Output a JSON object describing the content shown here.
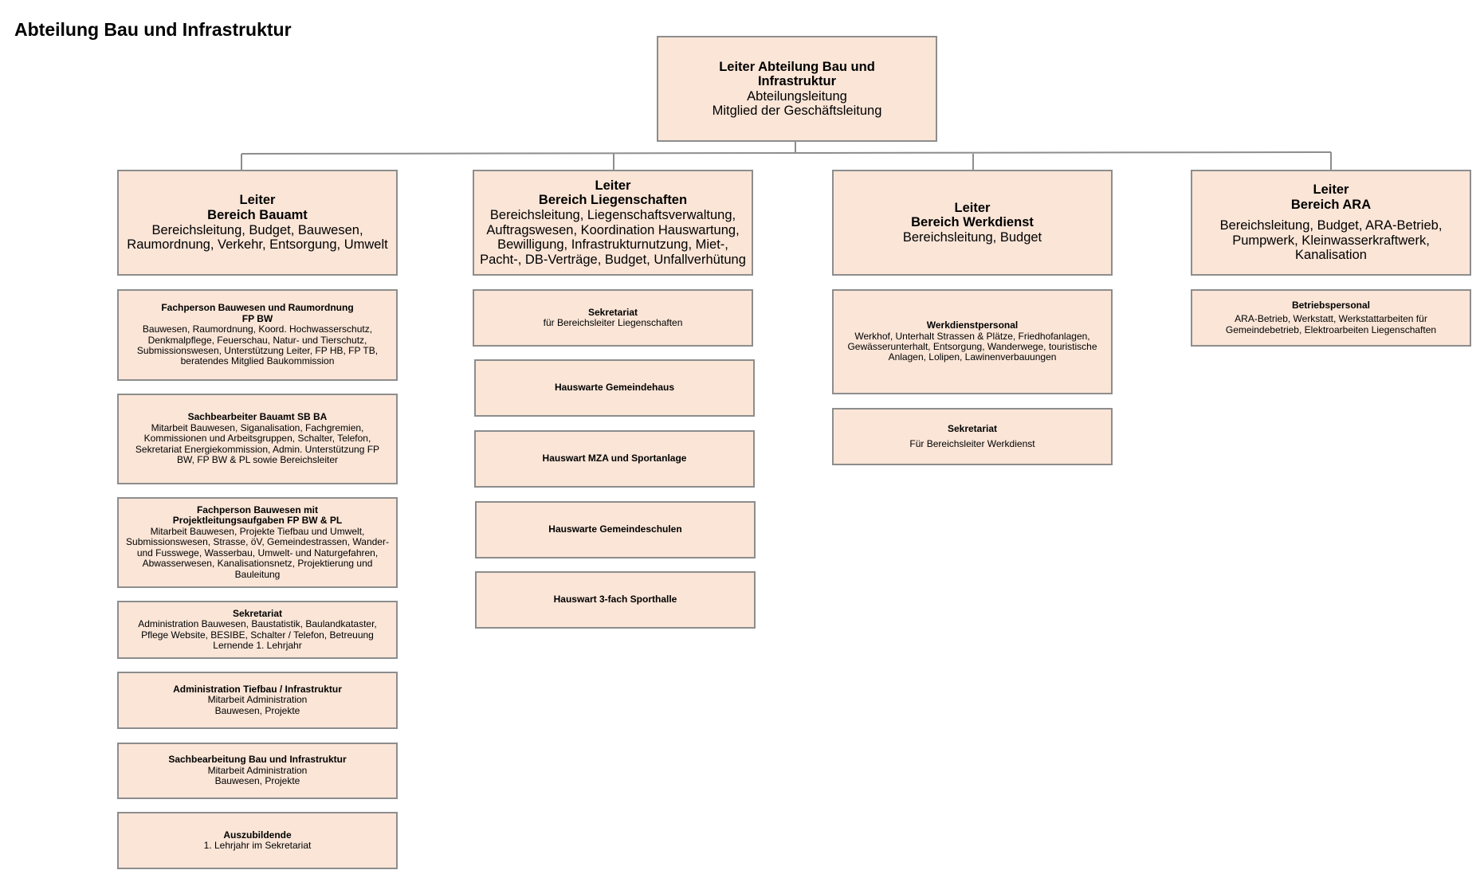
{
  "title": "Abteilung Bau und Infrastruktur",
  "head": {
    "title": "Leiter Abteilung Bau und Infrastruktur",
    "desc": "Abteilungsleitung\nMitglied der Geschäftsleitung"
  },
  "columns": [
    {
      "leader": {
        "title": "Leiter\nBereich Bauamt",
        "desc": "Bereichsleitung, Budget, Bauwesen,\nRaumordnung, Verkehr, Entsorgung, Umwelt"
      },
      "units": [
        {
          "title": "Fachperson Bauwesen und Raumordnung\nFP BW",
          "desc": "Bauwesen, Raumordnung, Koord. Hochwasserschutz,\nDenkmalpflege, Feuerschau, Natur- und Tierschutz,\nSubmissionswesen, Unterstützung Leiter, FP HB, FP TB,\nberatendes Mitglied Baukommission"
        },
        {
          "title": "Sachbearbeiter Bauamt SB BA",
          "desc": "Mitarbeit Bauwesen, Siganalisation, Fachgremien,\nKommissionen und Arbeitsgruppen, Schalter, Telefon,\nSekretariat Energiekommission, Admin. Unterstützung FP\nBW, FP BW & PL sowie Bereichsleiter"
        },
        {
          "title": "Fachperson Bauwesen mit\nProjektleitungsaufgaben FP BW & PL",
          "desc": "Mitarbeit Bauwesen, Projekte Tiefbau und Umwelt,\nSubmissionswesen, Strasse, öV, Gemeindestrassen, Wander-\nund Fusswege, Wasserbau, Umwelt- und Naturgefahren,\nAbwasserwesen, Kanalisationsnetz, Projektierung und\nBauleitung"
        },
        {
          "title": "Sekretariat",
          "desc": "Administration Bauwesen, Baustatistik, Baulandkataster,\nPflege Website, BESIBE, Schalter / Telefon, Betreuung\nLernende 1. Lehrjahr"
        },
        {
          "title": "Administration Tiefbau / Infrastruktur",
          "desc": "Mitarbeit Administration\nBauwesen, Projekte"
        },
        {
          "title": "Sachbearbeitung Bau und Infrastruktur",
          "desc": "Mitarbeit Administration\nBauwesen, Projekte"
        },
        {
          "title": "Auszubildende",
          "desc": "1. Lehrjahr im Sekretariat"
        }
      ]
    },
    {
      "leader": {
        "title": "Leiter\nBereich Liegenschaften",
        "desc": "Bereichsleitung, Liegenschaftsverwaltung,\nAuftragswesen, Koordination Hauswartung,\nBewilligung, Infrastrukturnutzung, Miet-,\nPacht-, DB-Verträge, Budget, Unfallverhütung"
      },
      "units": [
        {
          "title": "Sekretariat",
          "desc": "für Bereichsleiter Liegenschaften"
        },
        {
          "title": "Hauswarte Gemeindehaus",
          "desc": ""
        },
        {
          "title": "Hauswart MZA und Sportanlage",
          "desc": ""
        },
        {
          "title": "Hauswarte Gemeindeschulen",
          "desc": ""
        },
        {
          "title": "Hauswart 3-fach Sporthalle",
          "desc": ""
        }
      ]
    },
    {
      "leader": {
        "title": "Leiter\nBereich Werkdienst",
        "desc": "Bereichsleitung, Budget"
      },
      "units": [
        {
          "title": "Werkdienstpersonal",
          "desc": "Werkhof, Unterhalt Strassen & Plätze, Friedhofanlagen,\nGewässerunterhalt, Entsorgung, Wanderwege, touristische\nAnlagen, Lolipen, Lawinenverbauungen"
        },
        {
          "title": "Sekretariat",
          "desc": "Für Bereichsleiter Werkdienst"
        }
      ]
    },
    {
      "leader": {
        "title": "Leiter\nBereich ARA",
        "desc": "Bereichsleitung, Budget, ARA-Betrieb,\nPumpwerk, Kleinwasserkraftwerk,\nKanalisation"
      },
      "units": [
        {
          "title": "Betriebspersonal",
          "desc": "ARA-Betrieb, Werkstatt, Werkstattarbeiten für\nGemeindebetrieb, Elektroarbeiten Liegenschaften"
        }
      ]
    }
  ]
}
